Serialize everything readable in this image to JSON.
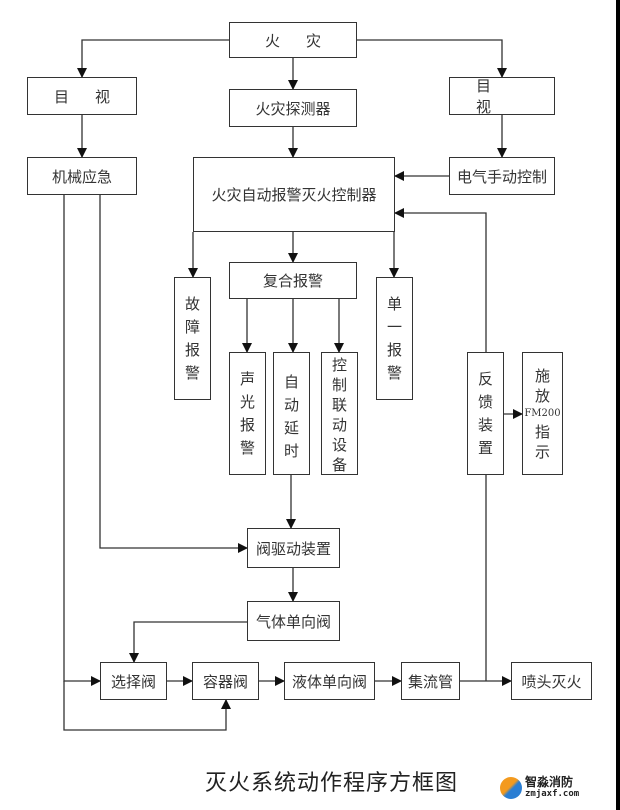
{
  "nodes": {
    "fire": "火灾",
    "visual_left": "目视",
    "detector": "火灾探测器",
    "visual_right": "目视",
    "mechanical_emergency": "机械应急",
    "controller": "火灾自动报警灭火控制器",
    "electric_manual": "电气手动控制",
    "fault_alarm": [
      "故",
      "障",
      "报",
      "警"
    ],
    "composite_alarm": "复合报警",
    "single_alarm": [
      "单",
      "一",
      "报",
      "警"
    ],
    "sound_light_alarm": [
      "声",
      "光",
      "报",
      "警"
    ],
    "auto_delay": [
      "自",
      "动",
      "延",
      "时"
    ],
    "linkage_control": [
      "控",
      "制",
      "联",
      "动",
      "设",
      "备"
    ],
    "feedback_device": [
      "反",
      "馈",
      "装",
      "置"
    ],
    "release_indicator": [
      "施",
      "放",
      "FM200",
      "指",
      "示"
    ],
    "valve_driver": "阀驱动装置",
    "gas_check_valve": "气体单向阀",
    "selector_valve": "选择阀",
    "container_valve": "容器阀",
    "liquid_check_valve": "液体单向阀",
    "manifold": "集流管",
    "nozzle_extinguish": "喷头灭火"
  },
  "caption": "灭火系统动作程序方框图",
  "watermark": {
    "name": "智淼消防",
    "url": "zmjaxf.com"
  }
}
